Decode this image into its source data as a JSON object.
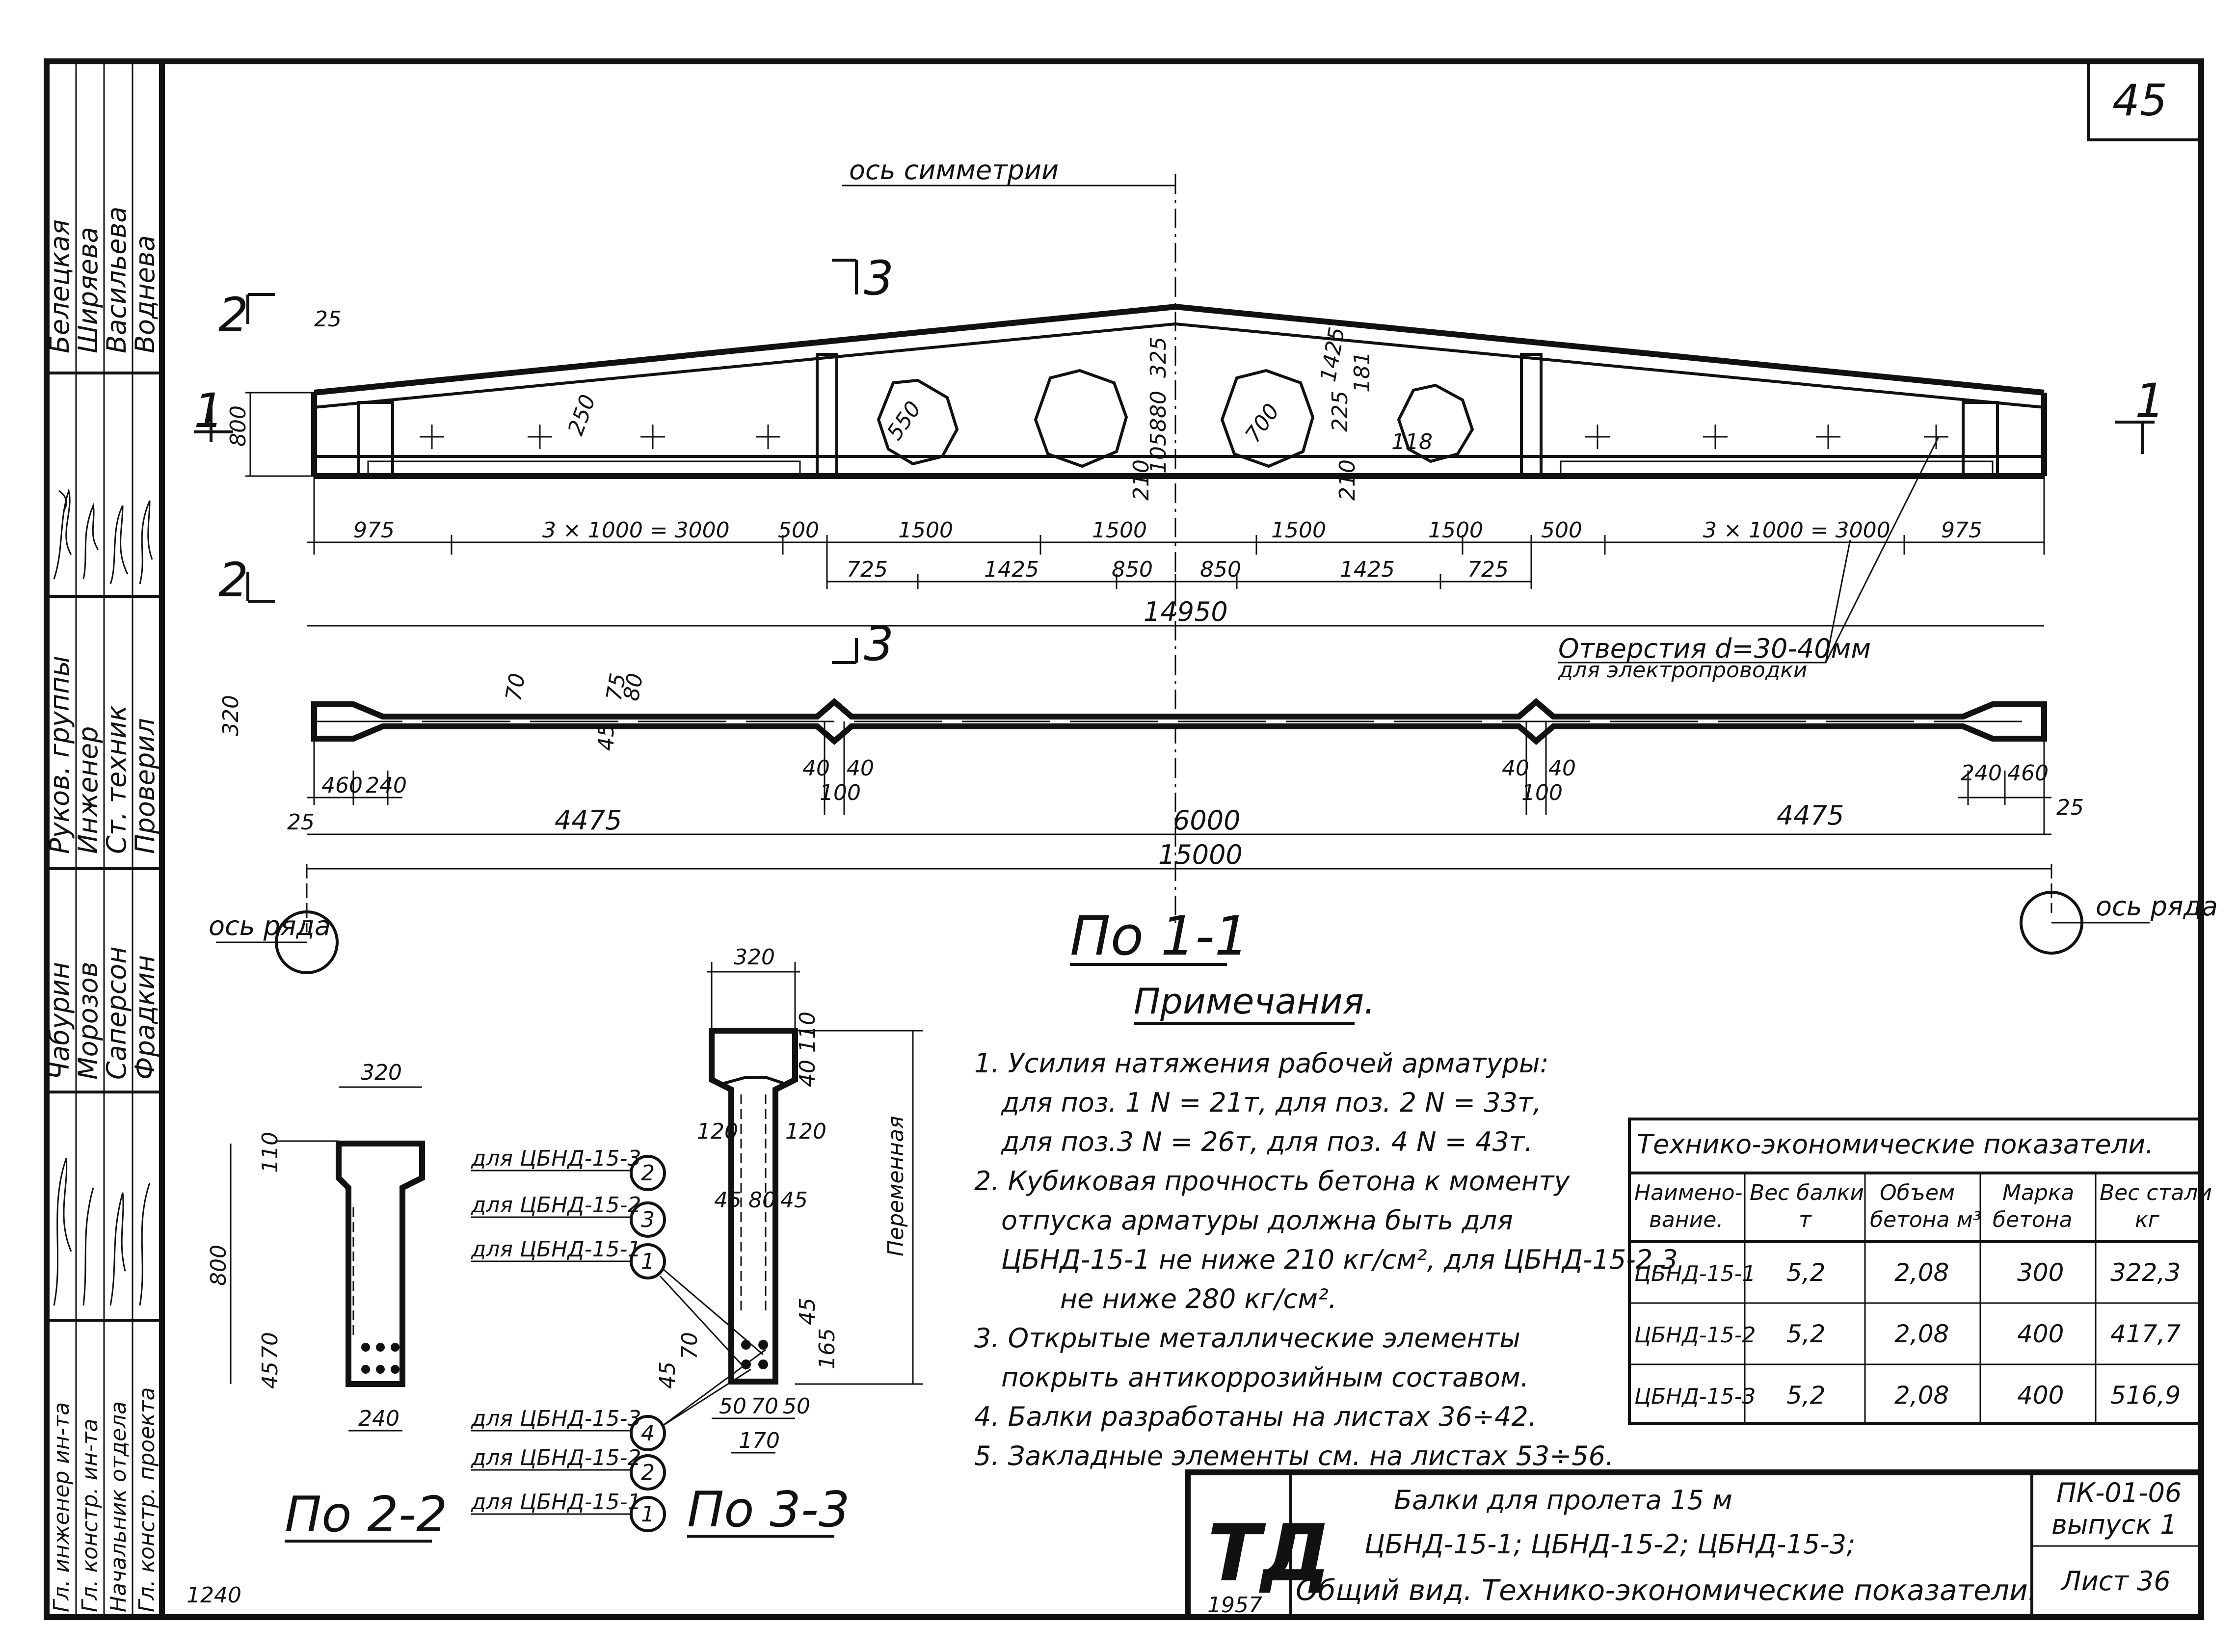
{
  "sheet_number": "45",
  "side_stamp": {
    "top_names": [
      "Белецкая",
      "Ширяева",
      "Васильева",
      "Воднева"
    ],
    "roles": [
      "Руков. группы",
      "Инженер",
      "Ст. техник",
      "Проверил"
    ],
    "heads": [
      "Чабурин",
      "Морозов",
      "Саперсон",
      "Фрадкин"
    ],
    "titles": [
      "Гл. инженер ин-та",
      "Гл. констр. ин-та",
      "Начальник отдела",
      "Гл. констр. проекта"
    ]
  },
  "corner_note": "1240",
  "elevation": {
    "axis_of_symmetry": "ось симметрии",
    "section_1": "1",
    "section_2": "2",
    "section_3": "3",
    "dims_top": [
      "975",
      "3 × 1000 = 3000",
      "500",
      "1500",
      "1500",
      "1500",
      "1500",
      "500",
      "3 × 1000 = 3000",
      "975"
    ],
    "dims_second": [
      "725",
      "1425",
      "850",
      "850",
      "1425",
      "725"
    ],
    "overall_inner": "14950",
    "height": "800",
    "end_25": "25",
    "hole_labels": [
      "550",
      "700",
      "250",
      "325",
      "1425",
      "880",
      "225",
      "181",
      "118",
      "210",
      "210",
      "105"
    ],
    "holes_note_1": "Отверстия d=30-40мм",
    "holes_note_2": "для электропроводки"
  },
  "plan": {
    "width": "320",
    "dims_small": [
      "460",
      "240",
      "240",
      "460"
    ],
    "web": [
      "70",
      "45",
      "75",
      "80"
    ],
    "dims_40": [
      "40",
      "40",
      "100",
      "40",
      "40",
      "100"
    ],
    "segments": [
      "4475",
      "6000",
      "4475"
    ],
    "overall": "15000",
    "end_25": "25",
    "axis_row": "ось ряда"
  },
  "section_1_title": "По 1-1",
  "section_2": {
    "title": "По 2-2",
    "dims": [
      "320",
      "110",
      "800",
      "70",
      "45",
      "240"
    ]
  },
  "section_3": {
    "title": "По 3-3",
    "dims": [
      "320",
      "110",
      "40",
      "120",
      "120",
      "45",
      "80",
      "45",
      "45",
      "165",
      "70",
      "45",
      "50",
      "70",
      "50",
      "170"
    ],
    "variable": "Переменная"
  },
  "callouts": [
    {
      "text": "для ЦБНД-15-3",
      "num": "2"
    },
    {
      "text": "для ЦБНД-15-2",
      "num": "3"
    },
    {
      "text": "для ЦБНД-15-1",
      "num": "1"
    },
    {
      "text": "для ЦБНД-15-3",
      "num": "4"
    },
    {
      "text": "для ЦБНД-15-2",
      "num": "2"
    },
    {
      "text": "для ЦБНД-15-1",
      "num": "1"
    }
  ],
  "notes": {
    "title": "Примечания.",
    "lines": [
      "1. Усилия натяжения рабочей арматуры:",
      "для поз. 1  N = 21т,  для поз. 2  N = 33т,",
      "для поз.3  N = 26т,  для поз. 4  N = 43т.",
      "2. Кубиковая прочность бетона к моменту",
      "отпуска арматуры должна быть для",
      "ЦБНД-15-1 не ниже 210 кг/см², для ЦБНД-15-2,3",
      "не ниже  280 кг/см².",
      "3. Открытые металлические элементы",
      "покрыть антикоррозийным составом.",
      "4. Балки разработаны на листах 36÷42.",
      "5. Закладные элементы см. на листах 53÷56."
    ]
  },
  "table": {
    "title": "Технико-экономические показатели.",
    "headers": [
      [
        "Наимено-",
        "вание."
      ],
      [
        "Вес балки",
        "т"
      ],
      [
        "Объем",
        "бетона м³"
      ],
      [
        "Марка",
        "бетона"
      ],
      [
        "Вес стали",
        "кг"
      ]
    ],
    "rows": [
      [
        "ЦБНД-15-1",
        "5,2",
        "2,08",
        "300",
        "322,3"
      ],
      [
        "ЦБНД-15-2",
        "5,2",
        "2,08",
        "400",
        "417,7"
      ],
      [
        "ЦБНД-15-3",
        "5,2",
        "2,08",
        "400",
        "516,9"
      ]
    ]
  },
  "title_block": {
    "logo": "ТД",
    "year": "1957",
    "line1": "Балки для пролета 15 м",
    "line2": "ЦБНД-15-1; ЦБНД-15-2; ЦБНД-15-3;",
    "line3": "Общий вид. Технико-экономические показатели.",
    "series": "ПК-01-06",
    "issue": "выпуск 1",
    "sheet": "Лист 36"
  }
}
